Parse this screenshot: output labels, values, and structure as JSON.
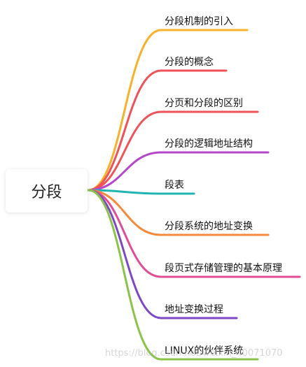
{
  "root": {
    "label": "分段"
  },
  "branches": [
    {
      "label": "分段机制的引入",
      "color": "#f7b12a"
    },
    {
      "label": "分段的概念",
      "color": "#f0525a"
    },
    {
      "label": "分页和分段的区别",
      "color": "#f0525a"
    },
    {
      "label": "分段的逻辑地址结构",
      "color": "#b446c8"
    },
    {
      "label": "段表",
      "color": "#21b5b1"
    },
    {
      "label": "分段系统的地址变换",
      "color": "#f58a3a"
    },
    {
      "label": "段页式存储管理的基本原理",
      "color": "#e04d95"
    },
    {
      "label": "地址变换过程",
      "color": "#7c48c4"
    },
    {
      "label": "LINUX的伙伴系统",
      "color": "#8bc34a"
    }
  ],
  "watermark": "https://blog.csdn.net/weixin_40071070"
}
